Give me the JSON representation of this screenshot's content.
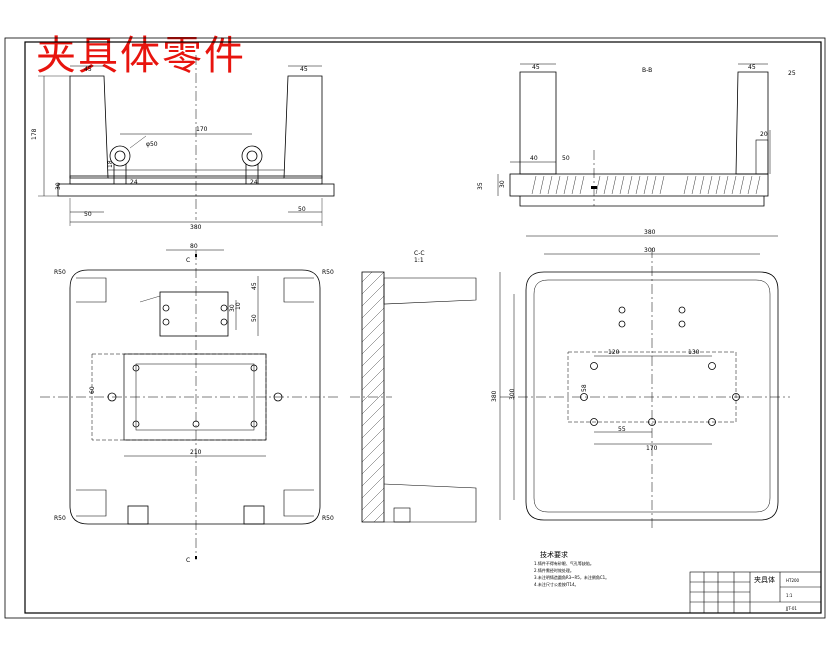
{
  "title_overlay": "夹具体零件",
  "front_view": {
    "dim_45": "45",
    "dim_45_right": "45",
    "dim_178": "178",
    "dim_170": "170",
    "dim_phi": "φ50",
    "dim_18": "18",
    "dim_24_left": "24",
    "dim_24_right": "24",
    "dim_30": "30",
    "dim_50_left": "50",
    "dim_50_right": "50",
    "dim_380": "380"
  },
  "side_view": {
    "section_label": "B-B",
    "dim_45_left": "45",
    "dim_45_right": "45",
    "dim_40": "40",
    "dim_50": "50",
    "dim_35": "35",
    "dim_30": "30",
    "dim_20": "20",
    "roughness": "25"
  },
  "plan_view": {
    "dim_80": "80",
    "dim_45": "45",
    "dim_30": "30",
    "dim_10": "10",
    "dim_50": "50",
    "dim_210": "210",
    "dim_60": "60",
    "r_tl": "R50",
    "r_tr": "R50",
    "r_bl": "R50",
    "r_br": "R50",
    "c_top": "C",
    "c_bottom": "C"
  },
  "section_view": {
    "label": "C-C",
    "scale": "1:1"
  },
  "bottom_view": {
    "dim_380": "380",
    "dim_300": "300",
    "dim_380_side": "380",
    "dim_300_side": "300",
    "dim_120": "120",
    "dim_130": "130",
    "dim_58": "58",
    "dim_55": "55",
    "dim_170": "170"
  },
  "tech_notes": {
    "heading": "技术要求",
    "lines": [
      "1.铸件不得有砂眼、气孔等缺陷。",
      "2.铸件需经时效处理。",
      "3.未注明铸造圆角R3~R5，未注倒角C1。",
      "4.未注尺寸公差按IT14。"
    ]
  },
  "title_block": {
    "part_name": "夹具体",
    "material": "HT200",
    "scale": "1:1",
    "drawing_no": "JJT-01"
  }
}
